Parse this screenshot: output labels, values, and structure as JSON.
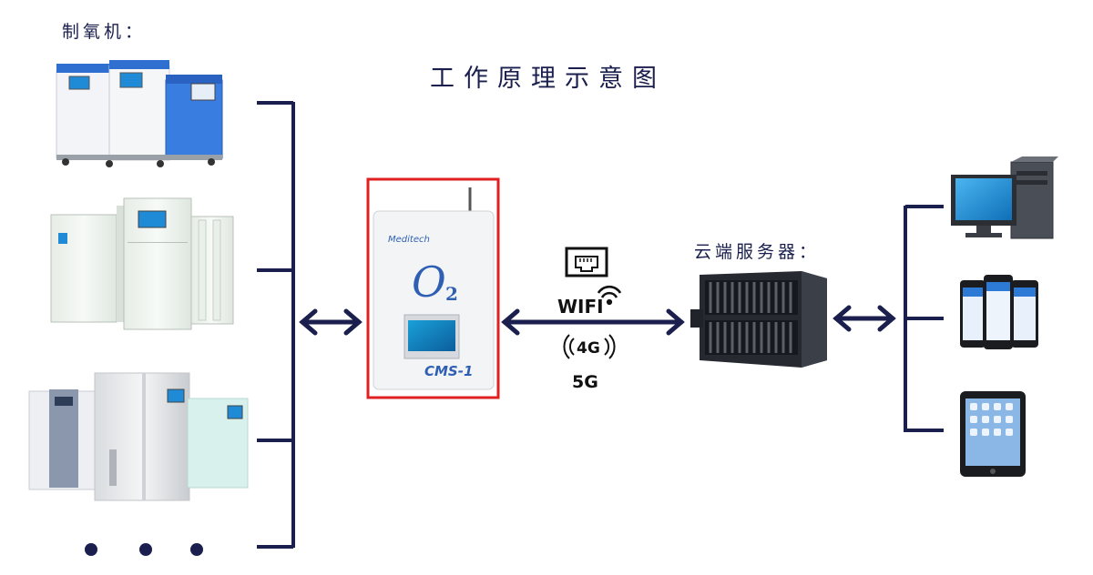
{
  "oxygen_label": "制氧机：",
  "title": "工作原理示意图",
  "cloud_label": "云端服务器：",
  "device": {
    "brand": "Meditech",
    "symbol": "O",
    "symbol_sub": "2",
    "model": "CMS-1"
  },
  "network": {
    "wifi": "WIFI",
    "g4": "4G",
    "g5": "5G"
  },
  "colors": {
    "navy": "#1a1f4d",
    "highlight": "#e02020",
    "brand_blue": "#2f5fb3"
  }
}
